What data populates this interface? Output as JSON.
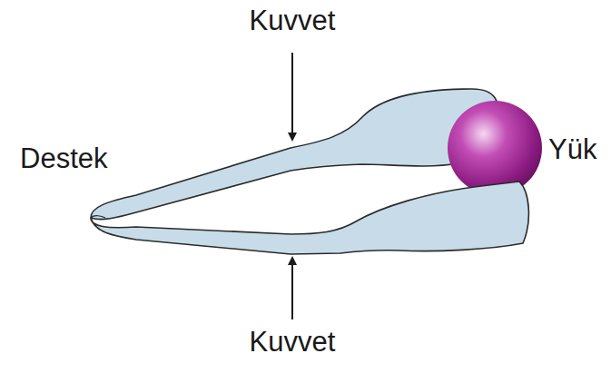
{
  "diagram": {
    "labels": [
      "Kuvvet",
      "Destek",
      "Yük",
      "Kuvvet"
    ]
  }
}
